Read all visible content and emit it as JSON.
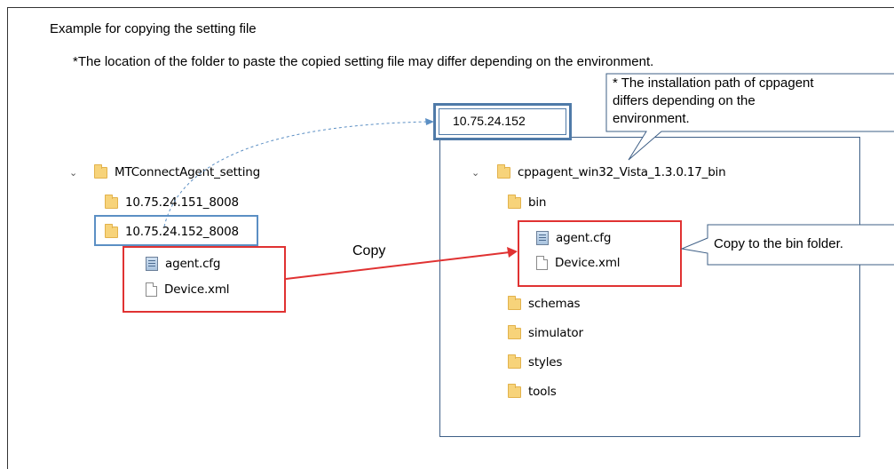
{
  "heading": "Example for copying the setting file",
  "note": "*The location of the folder to paste the copied setting file may differ depending on the environment.",
  "left_tree": {
    "root": "MTConnectAgent_setting",
    "folders": [
      "10.75.24.151_8008",
      "10.75.24.152_8008"
    ],
    "files": [
      "agent.cfg",
      "Device.xml"
    ]
  },
  "right_tree": {
    "ip": "10.75.24.152",
    "root": "cppagent_win32_Vista_1.3.0.17_bin",
    "bin": "bin",
    "files": [
      "agent.cfg",
      "Device.xml"
    ],
    "other_folders": [
      "schemas",
      "simulator",
      "styles",
      "tools"
    ]
  },
  "copy_label": "Copy",
  "callout_install": "* The installation path of cppagent differs depending on the environment.",
  "callout_install_lines": [
    "* The installation path of cppagent",
    "differs depending on the",
    "environment."
  ],
  "callout_bin": "Copy to the bin folder.",
  "colors": {
    "highlight_blue": "#5b8fc4",
    "highlight_red": "#e03232",
    "callout_border": "#3e5f86",
    "folder": "#f7d37a"
  }
}
